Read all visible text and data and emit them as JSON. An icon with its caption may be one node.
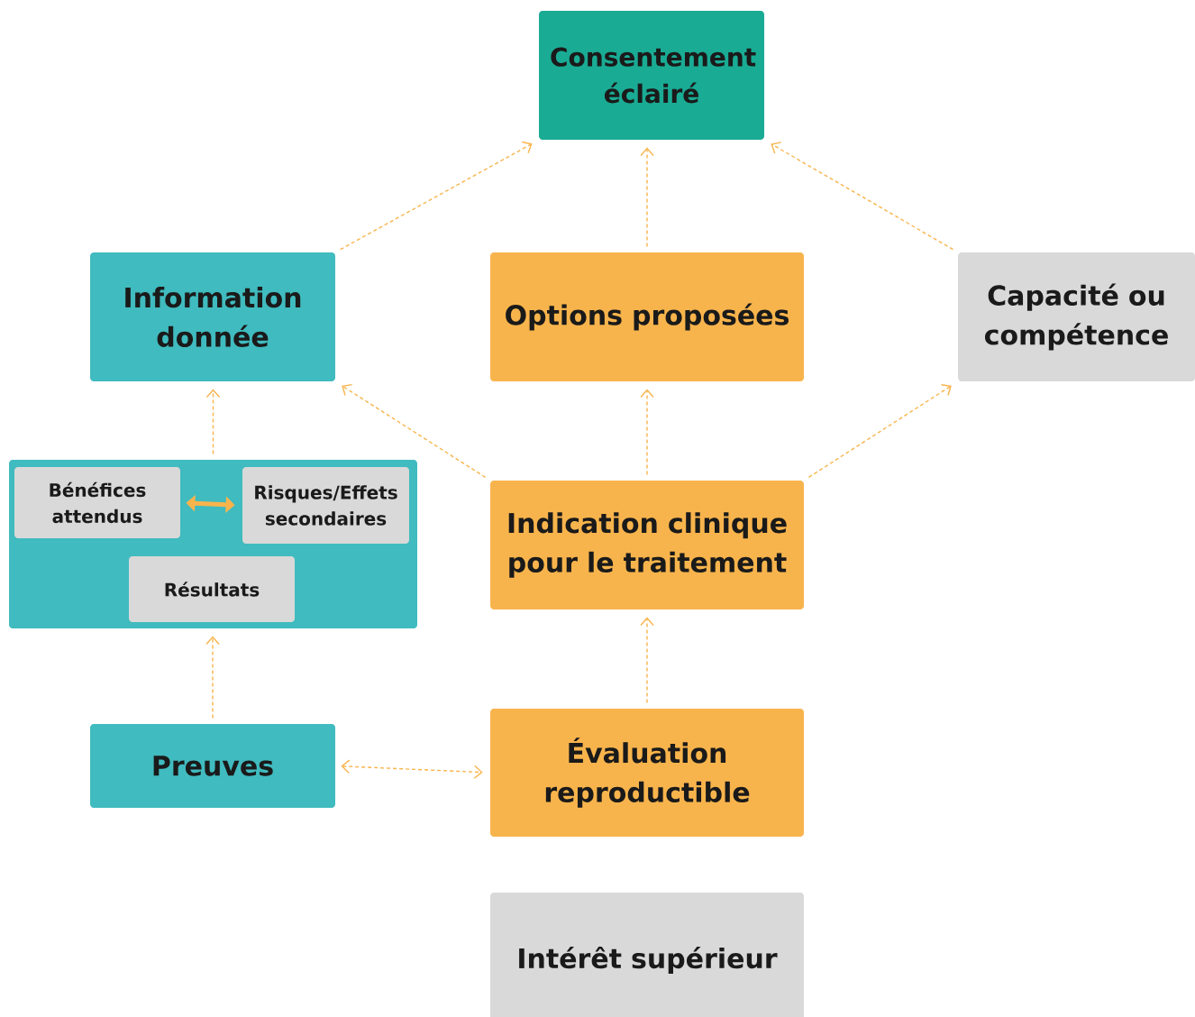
{
  "diagram": {
    "nodes": [
      {
        "text": [
          "Consentement éclairé"
        ]
      },
      {
        "text": [
          "Information donnée"
        ]
      },
      {
        "text": [
          "Options proposées"
        ]
      },
      {
        "text": [
          "Capacité ou compétence"
        ]
      },
      {
        "text": [],
        "shape": "box"
      },
      {
        "text": [
          "Bénéfices attendus"
        ],
        "in": 4
      },
      {
        "text": [
          "Risques/Effets secondaires"
        ],
        "in": 4
      },
      {
        "text": [
          "Résultats"
        ],
        "in": 4
      },
      {
        "text": [
          "Indication clinique pour le traitement"
        ]
      },
      {
        "text": [
          "Preuves"
        ]
      },
      {
        "text": [
          "Évaluation reproductible"
        ]
      },
      {
        "text": [
          "Intérêt supérieur"
        ]
      }
    ],
    "edges": [
      {
        "from": 1,
        "to": 0,
        "arrow": "to",
        "style": "dashed"
      },
      {
        "from": 2,
        "to": 0,
        "arrow": "to",
        "style": "dashed"
      },
      {
        "from": 3,
        "to": 0,
        "arrow": "to",
        "style": "dashed"
      },
      {
        "from": 4,
        "to": 1,
        "arrow": "to",
        "style": "dashed"
      },
      {
        "from": 8,
        "to": 1,
        "arrow": "to",
        "style": "dashed"
      },
      {
        "from": 8,
        "to": 2,
        "arrow": "to",
        "style": "dashed"
      },
      {
        "from": 8,
        "to": 3,
        "arrow": "to",
        "style": "dashed"
      },
      {
        "from": 9,
        "to": 4,
        "arrow": "to",
        "style": "dashed"
      },
      {
        "from": 10,
        "to": 8,
        "arrow": "to",
        "style": "dashed"
      },
      {
        "from": 9,
        "to": 10,
        "arrow": "both",
        "style": "dashed"
      },
      {
        "from": 5,
        "to": 6,
        "arrow": "both",
        "style": "thick"
      }
    ]
  }
}
